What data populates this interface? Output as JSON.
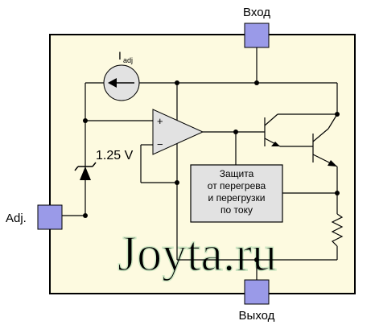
{
  "pins": {
    "input_label": "Вход",
    "output_label": "Выход",
    "adjust_label": "Adj."
  },
  "current_source": {
    "symbol": "I",
    "subscript": "adj"
  },
  "reference": {
    "voltage_label": "1.25 V"
  },
  "opamp": {
    "plus": "+",
    "minus": "−"
  },
  "protection_block": {
    "lines": [
      "Защита",
      "от перегрева",
      "и перегрузки",
      "по току"
    ]
  },
  "watermark": "Joyta.ru",
  "colors": {
    "chip_body": "#fdfae0",
    "chip_border": "#000000",
    "pin_fill": "#9a9ae8",
    "component_fill": "#e2e2e2",
    "wire": "#000000",
    "watermark": "#cfe8c4"
  }
}
